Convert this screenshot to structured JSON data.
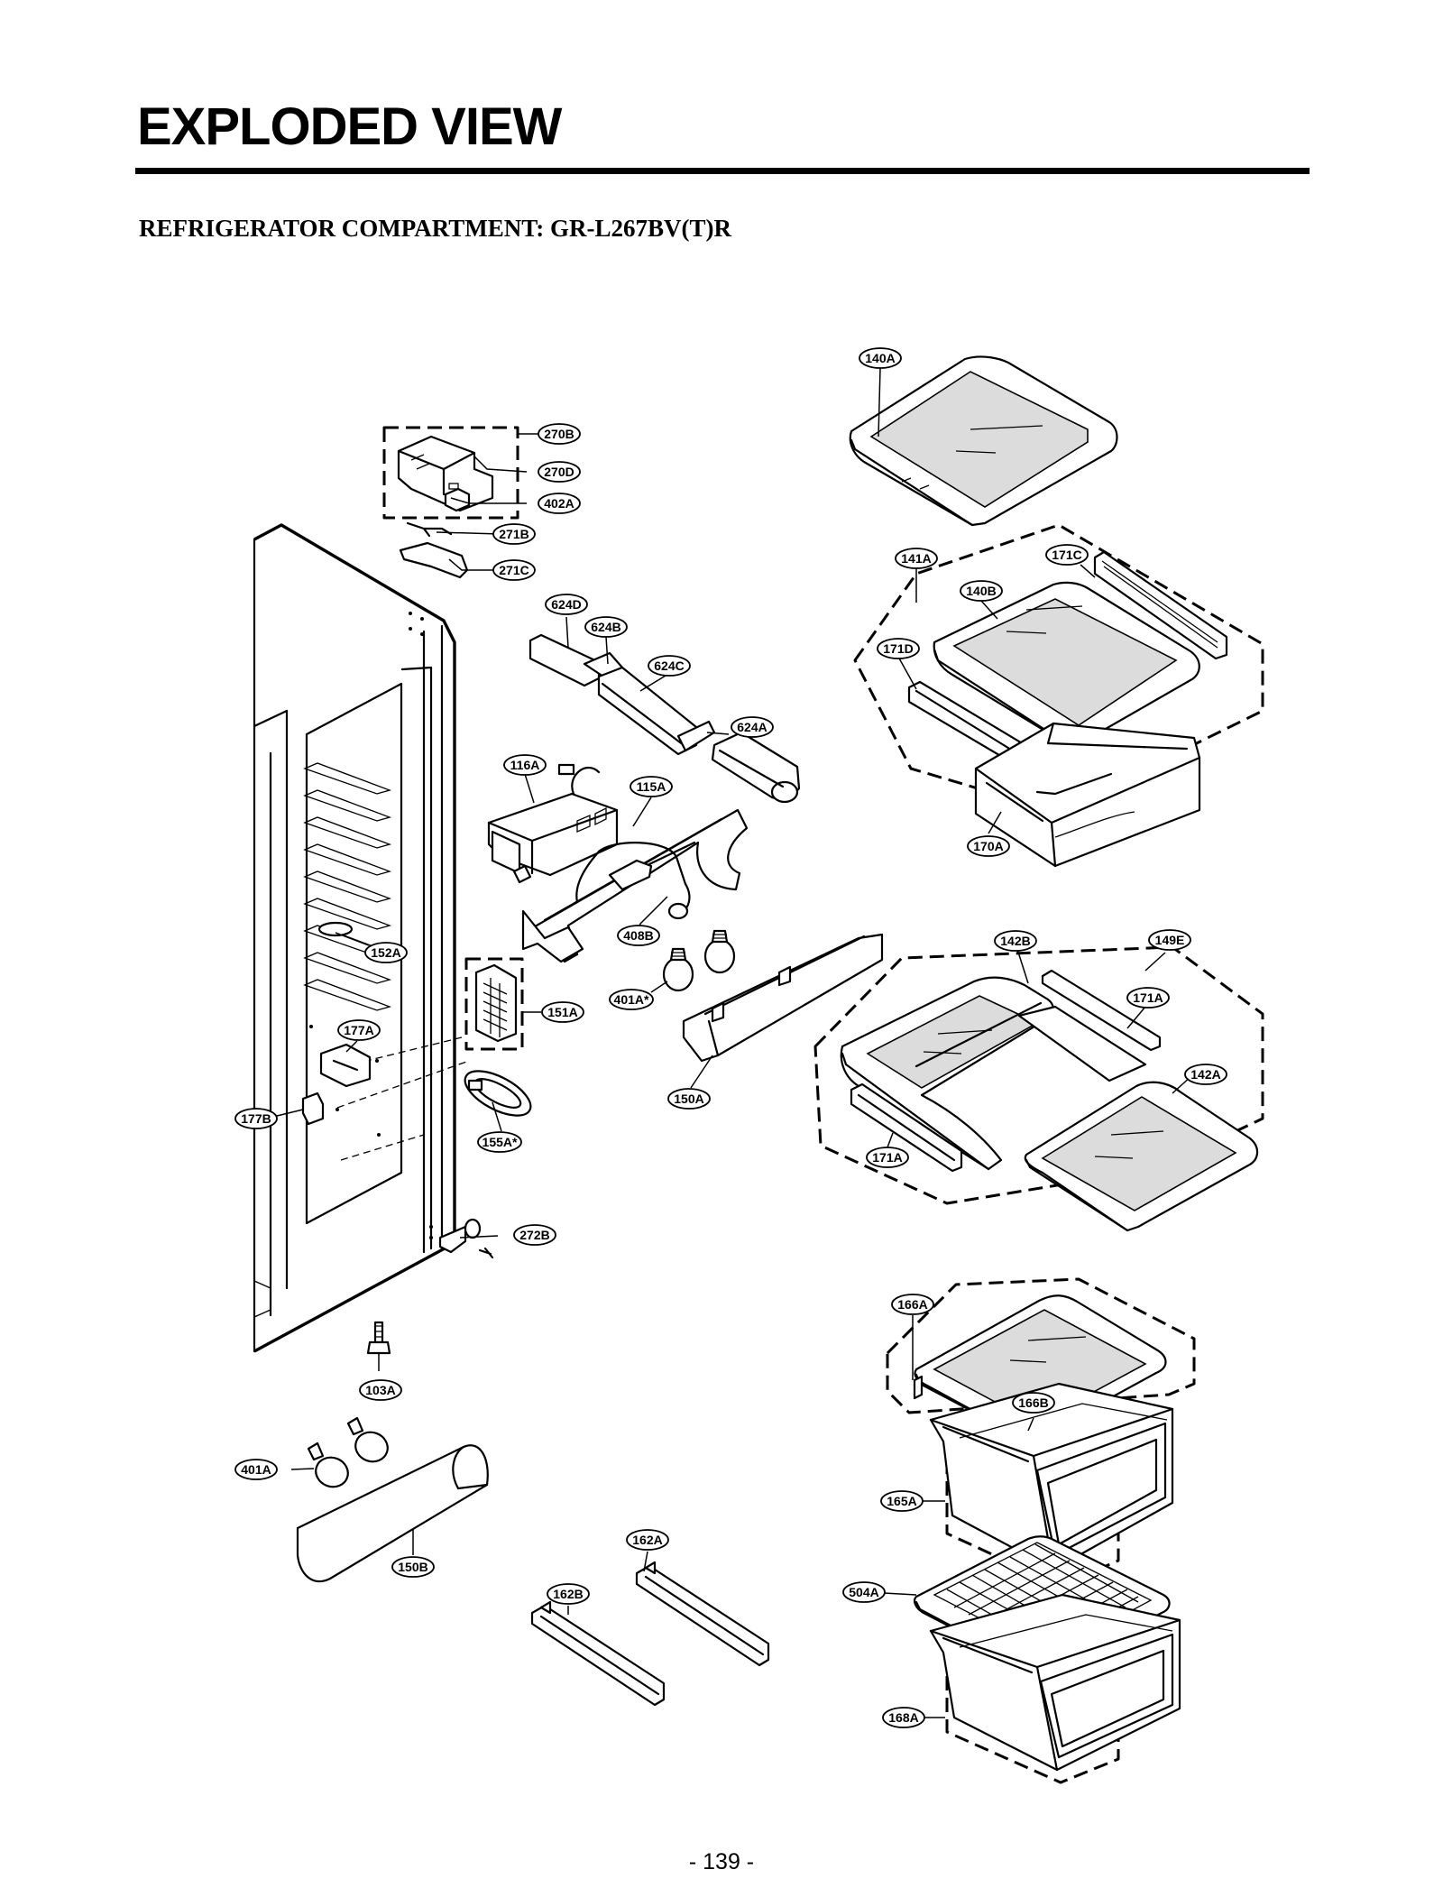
{
  "page": {
    "title": "EXPLODED VIEW",
    "subtitle": "REFRIGERATOR COMPARTMENT: GR-L267BV(T)R",
    "page_number": "- 139 -"
  },
  "diagram": {
    "parts": [
      {
        "id": "140A",
        "label": "140A"
      },
      {
        "id": "270B",
        "label": "270B"
      },
      {
        "id": "270D",
        "label": "270D"
      },
      {
        "id": "402A",
        "label": "402A"
      },
      {
        "id": "271B",
        "label": "271B"
      },
      {
        "id": "271C",
        "label": "271C"
      },
      {
        "id": "141A",
        "label": "141A"
      },
      {
        "id": "171C",
        "label": "171C"
      },
      {
        "id": "140B",
        "label": "140B"
      },
      {
        "id": "624D",
        "label": "624D"
      },
      {
        "id": "624B",
        "label": "624B"
      },
      {
        "id": "171D",
        "label": "171D"
      },
      {
        "id": "624C",
        "label": "624C"
      },
      {
        "id": "624A",
        "label": "624A"
      },
      {
        "id": "116A",
        "label": "116A"
      },
      {
        "id": "115A",
        "label": "115A"
      },
      {
        "id": "170A",
        "label": "170A"
      },
      {
        "id": "408B",
        "label": "408B"
      },
      {
        "id": "152A",
        "label": "152A"
      },
      {
        "id": "142B",
        "label": "142B"
      },
      {
        "id": "149E",
        "label": "149E"
      },
      {
        "id": "401A*",
        "label": "401A*"
      },
      {
        "id": "171A-upper",
        "label": "171A"
      },
      {
        "id": "151A",
        "label": "151A"
      },
      {
        "id": "177A",
        "label": "177A"
      },
      {
        "id": "142A",
        "label": "142A"
      },
      {
        "id": "150A",
        "label": "150A"
      },
      {
        "id": "177B",
        "label": "177B"
      },
      {
        "id": "155A*",
        "label": "155A*"
      },
      {
        "id": "171A-lower",
        "label": "171A"
      },
      {
        "id": "272B",
        "label": "272B"
      },
      {
        "id": "166A",
        "label": "166A"
      },
      {
        "id": "103A",
        "label": "103A"
      },
      {
        "id": "166B",
        "label": "166B"
      },
      {
        "id": "401A",
        "label": "401A"
      },
      {
        "id": "165A",
        "label": "165A"
      },
      {
        "id": "162A",
        "label": "162A"
      },
      {
        "id": "150B",
        "label": "150B"
      },
      {
        "id": "504A",
        "label": "504A"
      },
      {
        "id": "162B",
        "label": "162B"
      },
      {
        "id": "168A",
        "label": "168A"
      }
    ]
  }
}
